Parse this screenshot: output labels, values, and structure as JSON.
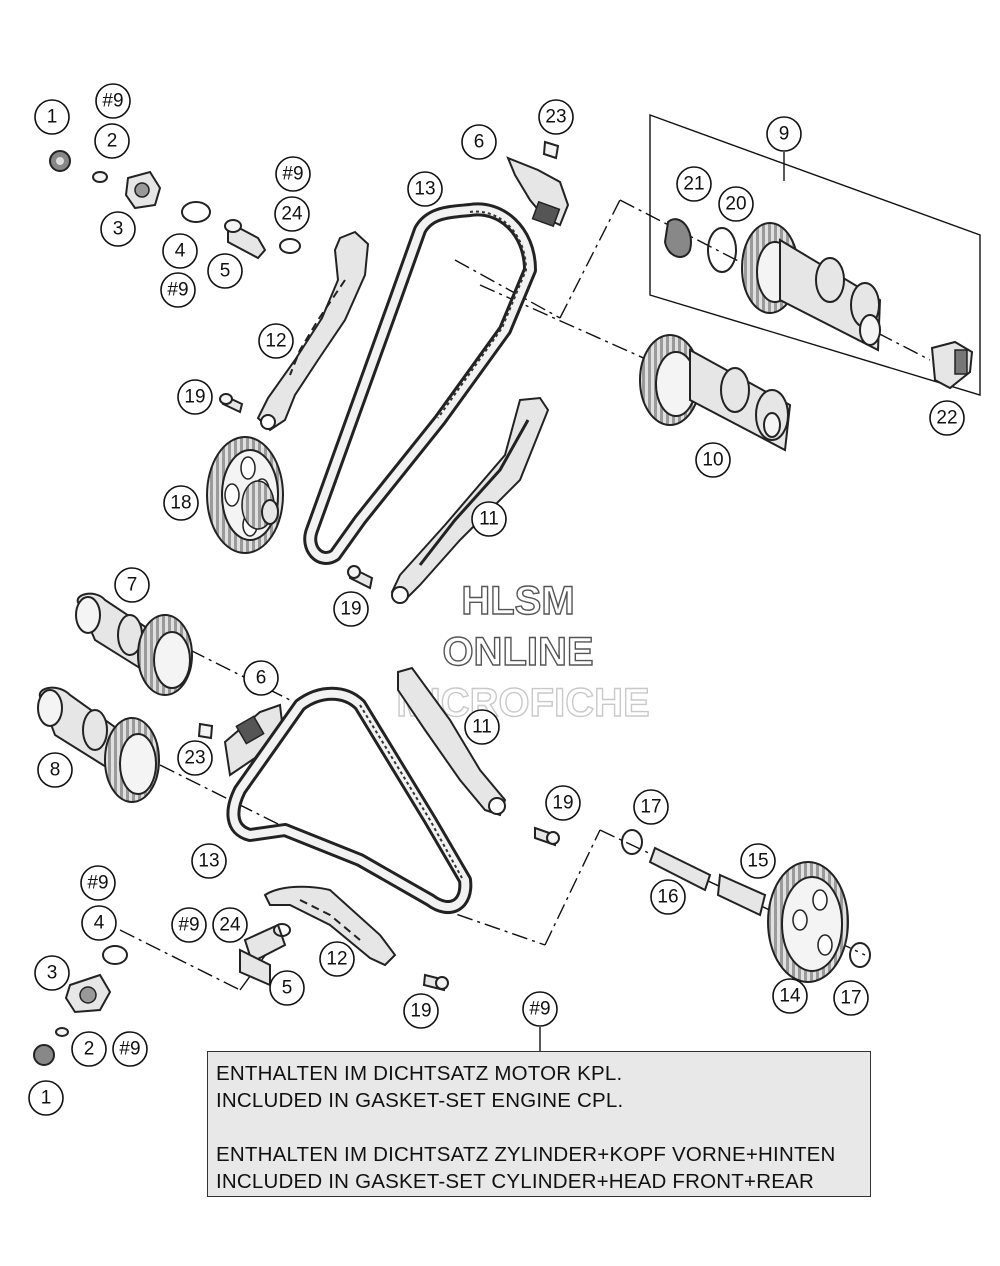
{
  "watermark": {
    "line1": "HLSM",
    "line2": "ONLINE",
    "line3": "MICROFICHE"
  },
  "callouts": {
    "c1": "1",
    "c2": "#9",
    "c3": "2",
    "c4": "3",
    "c5": "4",
    "c6": "#9",
    "c7": "5",
    "c8": "#9",
    "c9": "24",
    "c10": "6",
    "c11": "23",
    "c12": "13",
    "c13": "9",
    "c14": "21",
    "c15": "20",
    "c16": "12",
    "c17": "19",
    "c18": "18",
    "c19": "10",
    "c20": "11",
    "c21": "22",
    "c22": "19",
    "c23": "7",
    "c24": "6",
    "c25": "11",
    "c26": "23",
    "c27": "8",
    "c28": "19",
    "c29": "17",
    "c30": "13",
    "c31": "15",
    "c32": "16",
    "c33": "#9",
    "c34": "4",
    "c35": "#9",
    "c36": "24",
    "c37": "12",
    "c38": "5",
    "c39": "3",
    "c40": "14",
    "c41": "17",
    "c42": "19",
    "c43": "#9",
    "c44": "2",
    "c45": "#9",
    "c46": "1"
  },
  "note": {
    "line1": "ENTHALTEN IM DICHTSATZ MOTOR KPL.",
    "line2": "INCLUDED IN GASKET-SET ENGINE CPL.",
    "line3": "ENTHALTEN IM DICHTSATZ ZYLINDER+KOPF VORNE+HINTEN",
    "line4": "INCLUDED IN GASKET-SET CYLINDER+HEAD FRONT+REAR"
  }
}
